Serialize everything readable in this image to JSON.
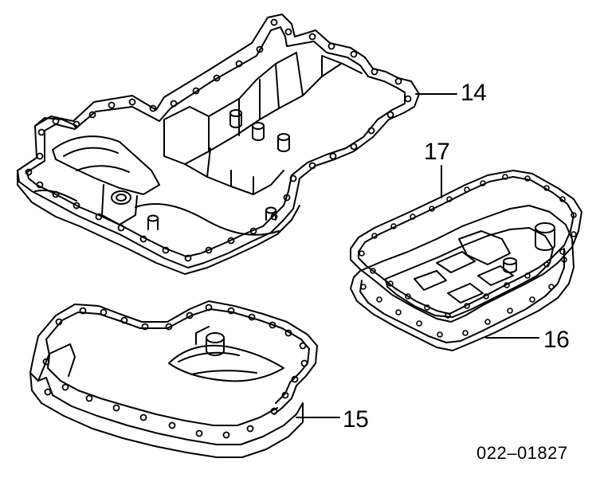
{
  "callouts": {
    "part_14": "14",
    "part_15": "15",
    "part_16": "16",
    "part_17": "17"
  },
  "diagram_code": "022–01827",
  "stroke_color": "#000000",
  "fill_color": "#ffffff"
}
